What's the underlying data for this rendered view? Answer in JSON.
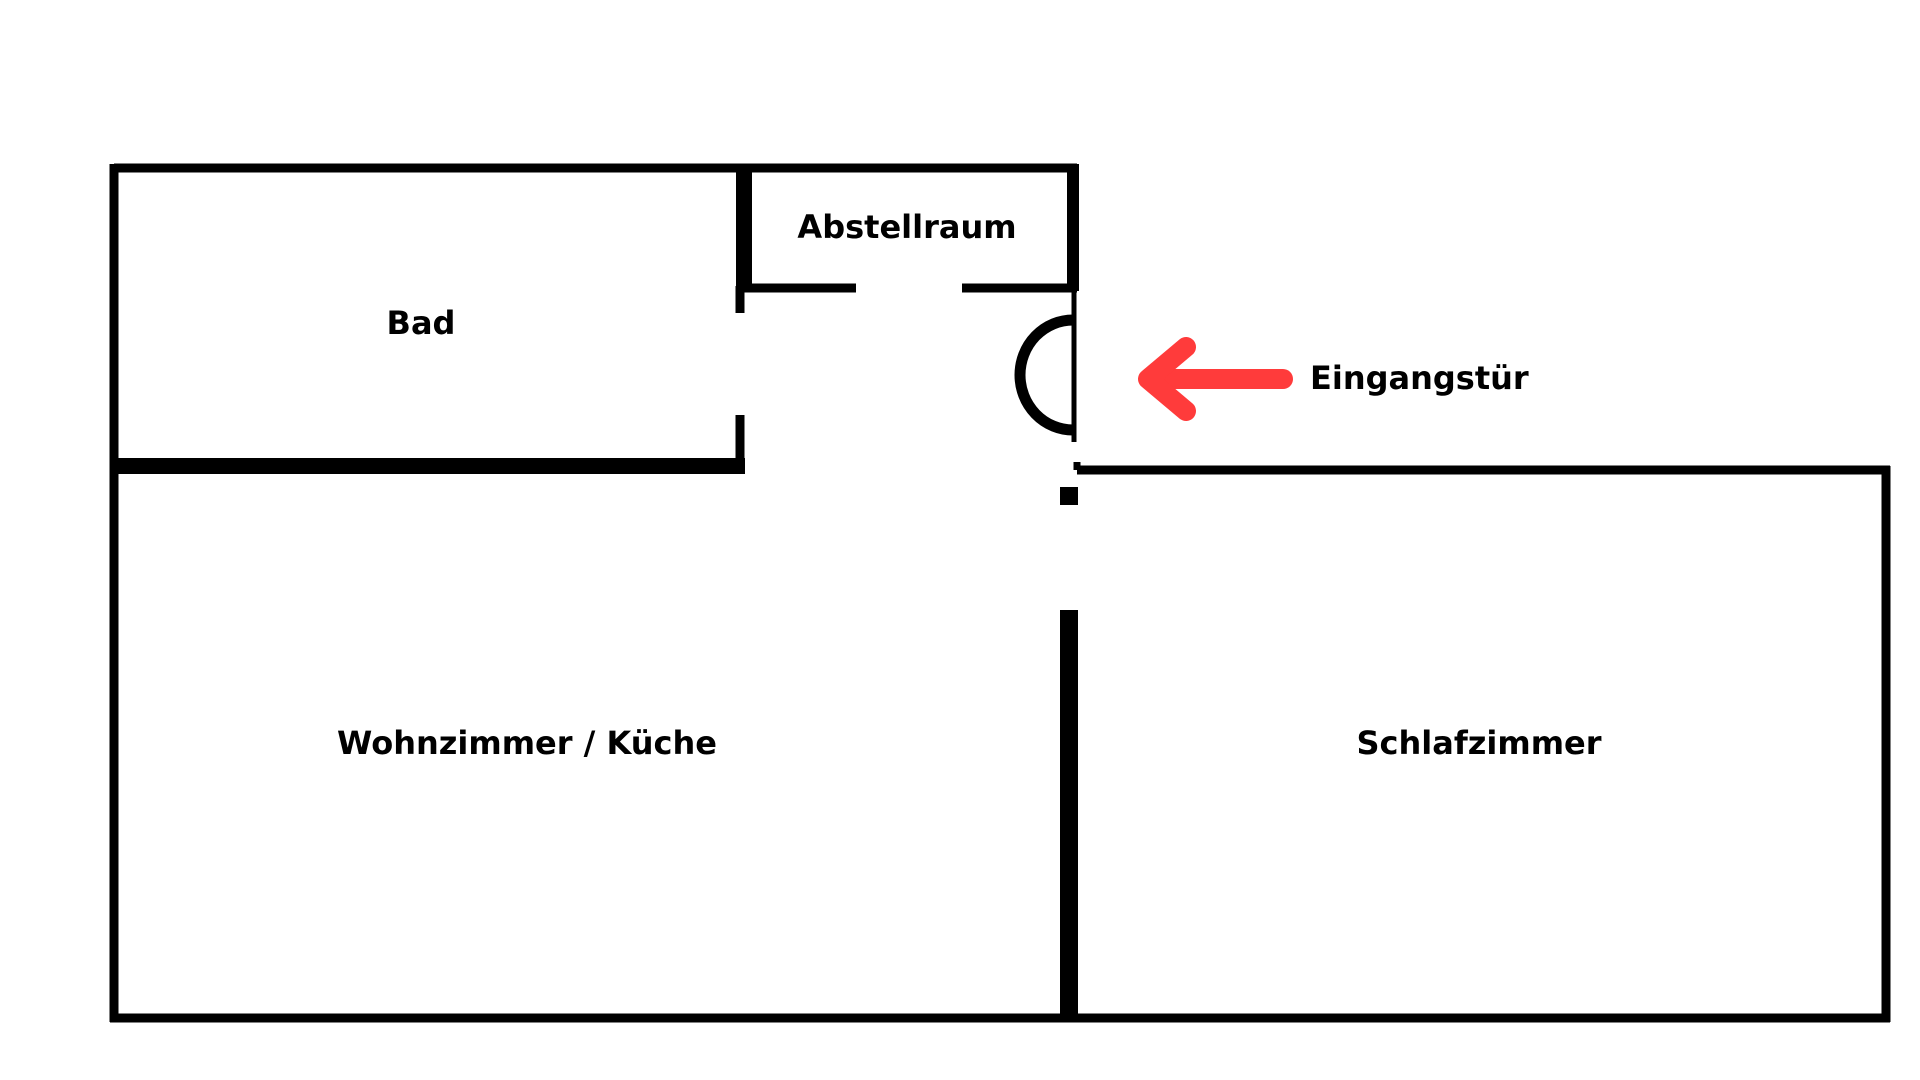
{
  "rooms": {
    "bathroom": "Bad",
    "storage": "Abstellraum",
    "living_kitchen": "Wohnzimmer / Küche",
    "bedroom": "Schlafzimmer"
  },
  "annotation": {
    "entrance_label": "Eingangstür",
    "arrow_icon": "left-arrow-icon",
    "arrow_color": "#ff3b3b"
  },
  "colors": {
    "wall": "#000000",
    "background": "#ffffff"
  }
}
